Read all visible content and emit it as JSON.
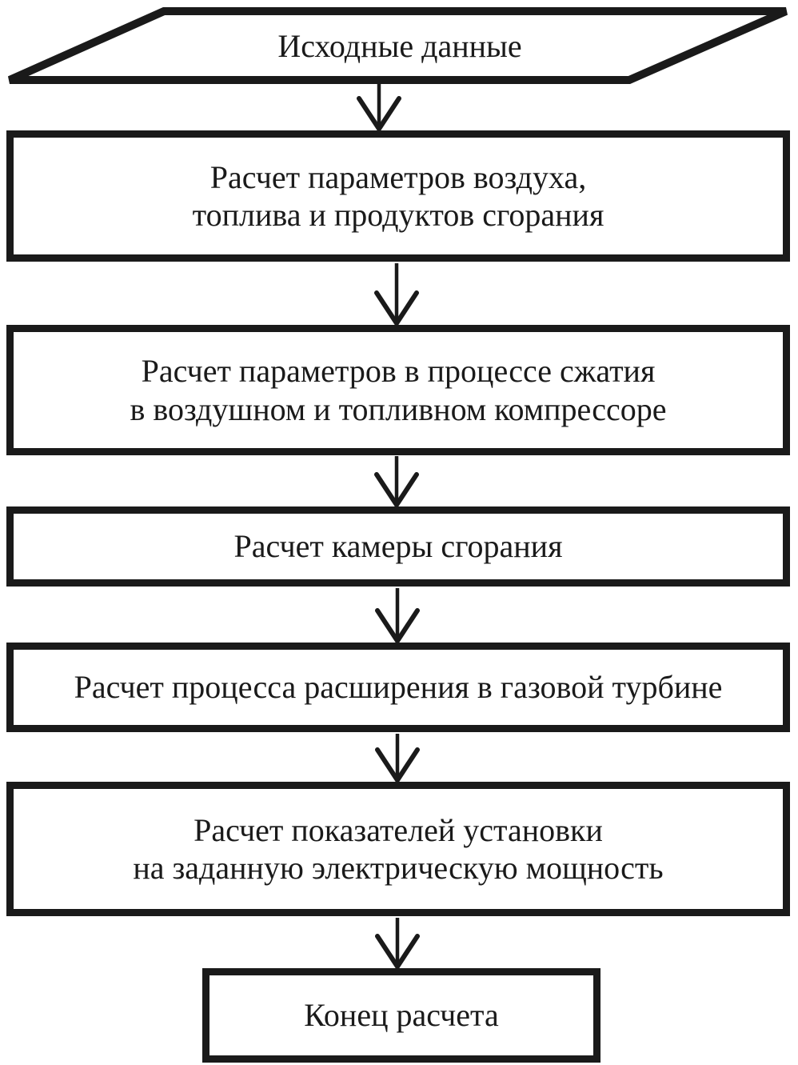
{
  "diagram": {
    "type": "flowchart",
    "direction": "top-down",
    "nodes": [
      {
        "id": "start",
        "shape": "parallelogram",
        "label": "Исходные данные"
      },
      {
        "id": "air-fuel-params",
        "shape": "process",
        "label": "Расчет параметров воздуха,\nтоплива и продуктов сгорания"
      },
      {
        "id": "compression",
        "shape": "process",
        "label": "Расчет параметров в процессе сжатия\nв воздушном и топливном компрессоре"
      },
      {
        "id": "combustion-chamber",
        "shape": "process",
        "label": "Расчет камеры сгорания"
      },
      {
        "id": "turbine-expansion",
        "shape": "process",
        "label": "Расчет процесса расширения в газовой турбине"
      },
      {
        "id": "plant-indicators",
        "shape": "process",
        "label": "Расчет показателей установки\nна заданную электрическую мощность"
      },
      {
        "id": "end",
        "shape": "process",
        "label": "Конец расчета"
      }
    ],
    "edges": [
      {
        "from": "start",
        "to": "air-fuel-params"
      },
      {
        "from": "air-fuel-params",
        "to": "compression"
      },
      {
        "from": "compression",
        "to": "combustion-chamber"
      },
      {
        "from": "combustion-chamber",
        "to": "turbine-expansion"
      },
      {
        "from": "turbine-expansion",
        "to": "plant-indicators"
      },
      {
        "from": "plant-indicators",
        "to": "end"
      }
    ]
  },
  "colors": {
    "stroke": "#1a1a1a",
    "node_fill": "#ffffff",
    "background": "#ffffff"
  }
}
